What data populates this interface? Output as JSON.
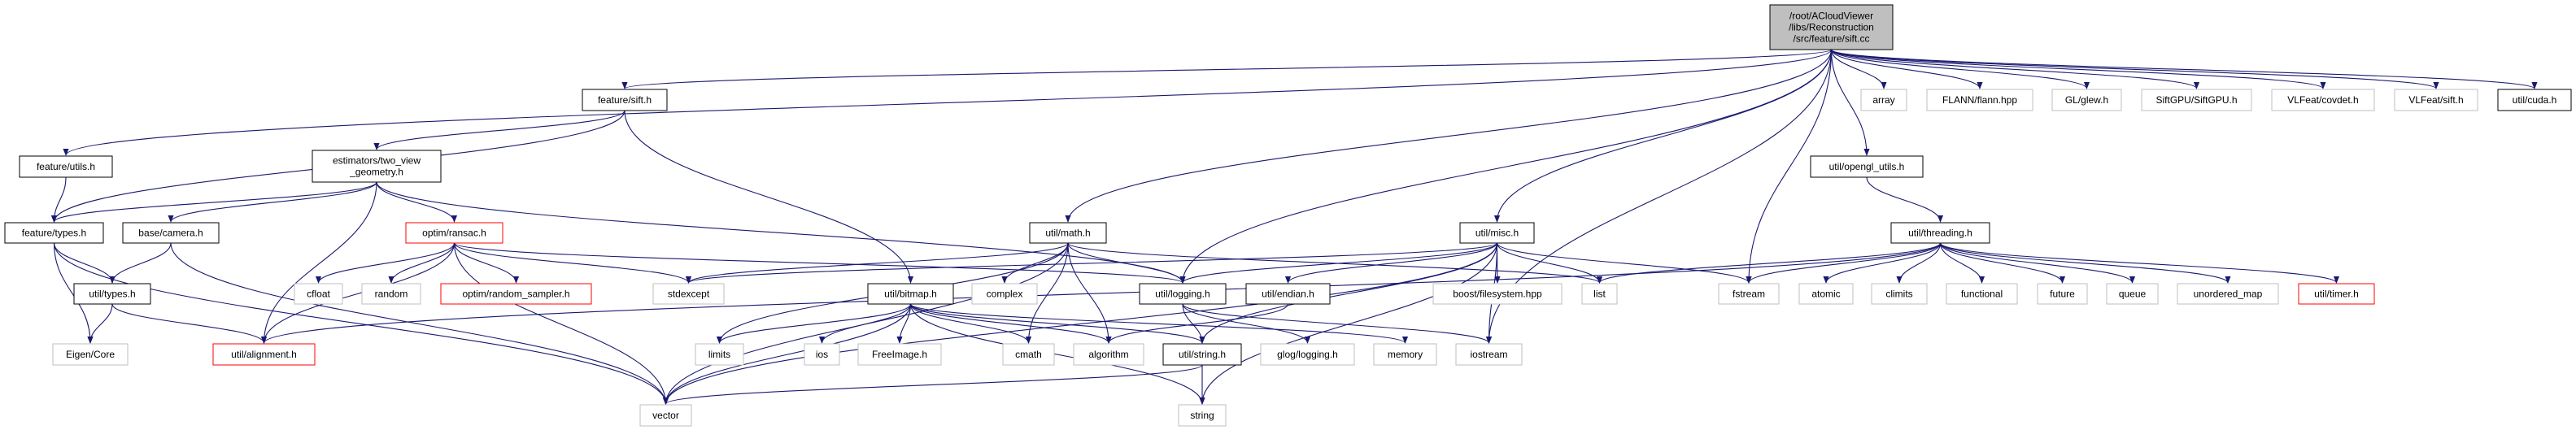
{
  "graph": {
    "colors": {
      "edge": "#191970",
      "root_fill": "#bfbfbf",
      "documented_border": "#000000",
      "external_border": "#bfbfbf",
      "truncated_border": "#ff0000"
    },
    "nodes": [
      {
        "id": "root",
        "label": [
          "/root/ACloudViewer",
          "/libs/Reconstruction",
          "/src/feature/sift.cc"
        ],
        "kind": "root"
      },
      {
        "id": "feature_sift_h",
        "label": [
          "feature/sift.h"
        ],
        "kind": "documented"
      },
      {
        "id": "array",
        "label": [
          "array"
        ],
        "kind": "external"
      },
      {
        "id": "flann",
        "label": [
          "FLANN/flann.hpp"
        ],
        "kind": "external"
      },
      {
        "id": "glew",
        "label": [
          "GL/glew.h"
        ],
        "kind": "external"
      },
      {
        "id": "siftgpu",
        "label": [
          "SiftGPU/SiftGPU.h"
        ],
        "kind": "external"
      },
      {
        "id": "covdet",
        "label": [
          "VLFeat/covdet.h"
        ],
        "kind": "external"
      },
      {
        "id": "vlsift",
        "label": [
          "VLFeat/sift.h"
        ],
        "kind": "external"
      },
      {
        "id": "cuda",
        "label": [
          "util/cuda.h"
        ],
        "kind": "documented"
      },
      {
        "id": "feature_utils",
        "label": [
          "feature/utils.h"
        ],
        "kind": "documented"
      },
      {
        "id": "two_view",
        "label": [
          "estimators/two_view",
          "_geometry.h"
        ],
        "kind": "documented"
      },
      {
        "id": "opengl_utils",
        "label": [
          "util/opengl_utils.h"
        ],
        "kind": "documented"
      },
      {
        "id": "feature_types",
        "label": [
          "feature/types.h"
        ],
        "kind": "documented"
      },
      {
        "id": "camera",
        "label": [
          "base/camera.h"
        ],
        "kind": "documented"
      },
      {
        "id": "ransac",
        "label": [
          "optim/ransac.h"
        ],
        "kind": "truncated"
      },
      {
        "id": "math",
        "label": [
          "util/math.h"
        ],
        "kind": "documented"
      },
      {
        "id": "misc",
        "label": [
          "util/misc.h"
        ],
        "kind": "documented"
      },
      {
        "id": "threading",
        "label": [
          "util/threading.h"
        ],
        "kind": "documented"
      },
      {
        "id": "util_types",
        "label": [
          "util/types.h"
        ],
        "kind": "documented"
      },
      {
        "id": "cfloat",
        "label": [
          "cfloat"
        ],
        "kind": "external"
      },
      {
        "id": "random",
        "label": [
          "random"
        ],
        "kind": "external"
      },
      {
        "id": "random_sampler",
        "label": [
          "optim/random_sampler.h"
        ],
        "kind": "truncated"
      },
      {
        "id": "stdexcept",
        "label": [
          "stdexcept"
        ],
        "kind": "external"
      },
      {
        "id": "bitmap",
        "label": [
          "util/bitmap.h"
        ],
        "kind": "documented"
      },
      {
        "id": "complex",
        "label": [
          "complex"
        ],
        "kind": "external"
      },
      {
        "id": "logging",
        "label": [
          "util/logging.h"
        ],
        "kind": "documented"
      },
      {
        "id": "endian",
        "label": [
          "util/endian.h"
        ],
        "kind": "documented"
      },
      {
        "id": "boost_fs",
        "label": [
          "boost/filesystem.hpp"
        ],
        "kind": "external"
      },
      {
        "id": "list",
        "label": [
          "list"
        ],
        "kind": "external"
      },
      {
        "id": "fstream",
        "label": [
          "fstream"
        ],
        "kind": "external"
      },
      {
        "id": "atomic",
        "label": [
          "atomic"
        ],
        "kind": "external"
      },
      {
        "id": "climits",
        "label": [
          "climits"
        ],
        "kind": "external"
      },
      {
        "id": "functional",
        "label": [
          "functional"
        ],
        "kind": "external"
      },
      {
        "id": "future",
        "label": [
          "future"
        ],
        "kind": "external"
      },
      {
        "id": "queue",
        "label": [
          "queue"
        ],
        "kind": "external"
      },
      {
        "id": "unordered_map",
        "label": [
          "unordered_map"
        ],
        "kind": "external"
      },
      {
        "id": "timer",
        "label": [
          "util/timer.h"
        ],
        "kind": "truncated"
      },
      {
        "id": "eigen",
        "label": [
          "Eigen/Core"
        ],
        "kind": "external"
      },
      {
        "id": "alignment",
        "label": [
          "util/alignment.h"
        ],
        "kind": "truncated"
      },
      {
        "id": "limits",
        "label": [
          "limits"
        ],
        "kind": "external"
      },
      {
        "id": "ios",
        "label": [
          "ios"
        ],
        "kind": "external"
      },
      {
        "id": "freeimage",
        "label": [
          "FreeImage.h"
        ],
        "kind": "external"
      },
      {
        "id": "cmath",
        "label": [
          "cmath"
        ],
        "kind": "external"
      },
      {
        "id": "algorithm",
        "label": [
          "algorithm"
        ],
        "kind": "external"
      },
      {
        "id": "util_string",
        "label": [
          "util/string.h"
        ],
        "kind": "documented"
      },
      {
        "id": "glog",
        "label": [
          "glog/logging.h"
        ],
        "kind": "external"
      },
      {
        "id": "memory",
        "label": [
          "memory"
        ],
        "kind": "external"
      },
      {
        "id": "iostream",
        "label": [
          "iostream"
        ],
        "kind": "external"
      },
      {
        "id": "vector",
        "label": [
          "vector"
        ],
        "kind": "external"
      },
      {
        "id": "string",
        "label": [
          "string"
        ],
        "kind": "external"
      }
    ],
    "edges": [
      [
        "root",
        "feature_sift_h"
      ],
      [
        "root",
        "feature_utils"
      ],
      [
        "root",
        "math"
      ],
      [
        "root",
        "logging"
      ],
      [
        "root",
        "misc"
      ],
      [
        "root",
        "fstream"
      ],
      [
        "root",
        "opengl_utils"
      ],
      [
        "root",
        "iostream"
      ],
      [
        "root",
        "array"
      ],
      [
        "root",
        "flann"
      ],
      [
        "root",
        "glew"
      ],
      [
        "root",
        "siftgpu"
      ],
      [
        "root",
        "covdet"
      ],
      [
        "root",
        "vlsift"
      ],
      [
        "root",
        "cuda"
      ],
      [
        "feature_sift_h",
        "feature_types"
      ],
      [
        "feature_sift_h",
        "two_view"
      ],
      [
        "feature_sift_h",
        "bitmap"
      ],
      [
        "feature_utils",
        "feature_types"
      ],
      [
        "two_view",
        "feature_types"
      ],
      [
        "two_view",
        "camera"
      ],
      [
        "two_view",
        "alignment"
      ],
      [
        "two_view",
        "ransac"
      ],
      [
        "two_view",
        "logging"
      ],
      [
        "feature_types",
        "util_types"
      ],
      [
        "feature_types",
        "eigen"
      ],
      [
        "feature_types",
        "vector"
      ],
      [
        "camera",
        "util_types"
      ],
      [
        "camera",
        "vector"
      ],
      [
        "util_types",
        "eigen"
      ],
      [
        "util_types",
        "alignment"
      ],
      [
        "ransac",
        "cfloat"
      ],
      [
        "ransac",
        "random"
      ],
      [
        "ransac",
        "random_sampler"
      ],
      [
        "ransac",
        "stdexcept"
      ],
      [
        "ransac",
        "vector"
      ],
      [
        "ransac",
        "alignment"
      ],
      [
        "ransac",
        "logging"
      ],
      [
        "math",
        "complex"
      ],
      [
        "math",
        "cmath"
      ],
      [
        "math",
        "algorithm"
      ],
      [
        "math",
        "logging"
      ],
      [
        "math",
        "list"
      ],
      [
        "math",
        "limits"
      ],
      [
        "math",
        "vector"
      ],
      [
        "math",
        "stdexcept"
      ],
      [
        "bitmap",
        "limits"
      ],
      [
        "bitmap",
        "ios"
      ],
      [
        "bitmap",
        "freeimage"
      ],
      [
        "bitmap",
        "cmath"
      ],
      [
        "bitmap",
        "algorithm"
      ],
      [
        "bitmap",
        "util_string"
      ],
      [
        "bitmap",
        "memory"
      ],
      [
        "bitmap",
        "vector"
      ],
      [
        "bitmap",
        "string"
      ],
      [
        "logging",
        "util_string"
      ],
      [
        "logging",
        "glog"
      ],
      [
        "logging",
        "iostream"
      ],
      [
        "endian",
        "algorithm"
      ],
      [
        "misc",
        "logging"
      ],
      [
        "misc",
        "endian"
      ],
      [
        "misc",
        "boost_fs"
      ],
      [
        "misc",
        "list"
      ],
      [
        "misc",
        "fstream"
      ],
      [
        "misc",
        "iostream"
      ],
      [
        "misc",
        "string"
      ],
      [
        "misc",
        "vector"
      ],
      [
        "misc",
        "util_string"
      ],
      [
        "misc",
        "stdexcept"
      ],
      [
        "util_string",
        "string"
      ],
      [
        "util_string",
        "vector"
      ],
      [
        "opengl_utils",
        "threading"
      ],
      [
        "threading",
        "list"
      ],
      [
        "threading",
        "fstream"
      ],
      [
        "threading",
        "atomic"
      ],
      [
        "threading",
        "climits"
      ],
      [
        "threading",
        "functional"
      ],
      [
        "threading",
        "future"
      ],
      [
        "threading",
        "queue"
      ],
      [
        "threading",
        "unordered_map"
      ],
      [
        "threading",
        "timer"
      ],
      [
        "threading",
        "alignment"
      ]
    ]
  }
}
